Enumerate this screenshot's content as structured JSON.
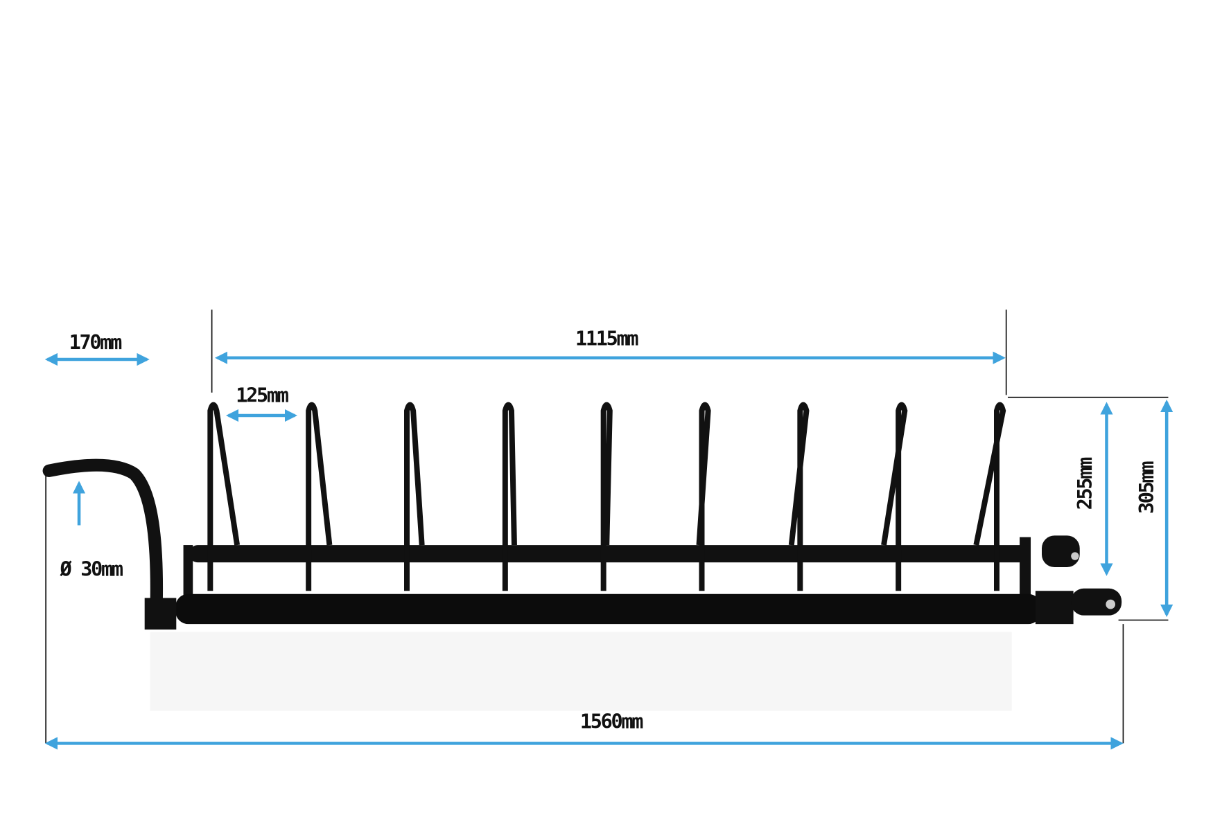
{
  "title": "Plate rack dimensions",
  "accent_color": "#3fa3dd",
  "dimensions": {
    "handle_width": "170mm",
    "upright_span": "1115mm",
    "upright_spacing": "125mm",
    "tube_diameter": "Ø 30mm",
    "upright_height": "255mm",
    "total_height": "305mm",
    "total_length": "1560mm"
  },
  "rack": {
    "upright_count": 9
  }
}
